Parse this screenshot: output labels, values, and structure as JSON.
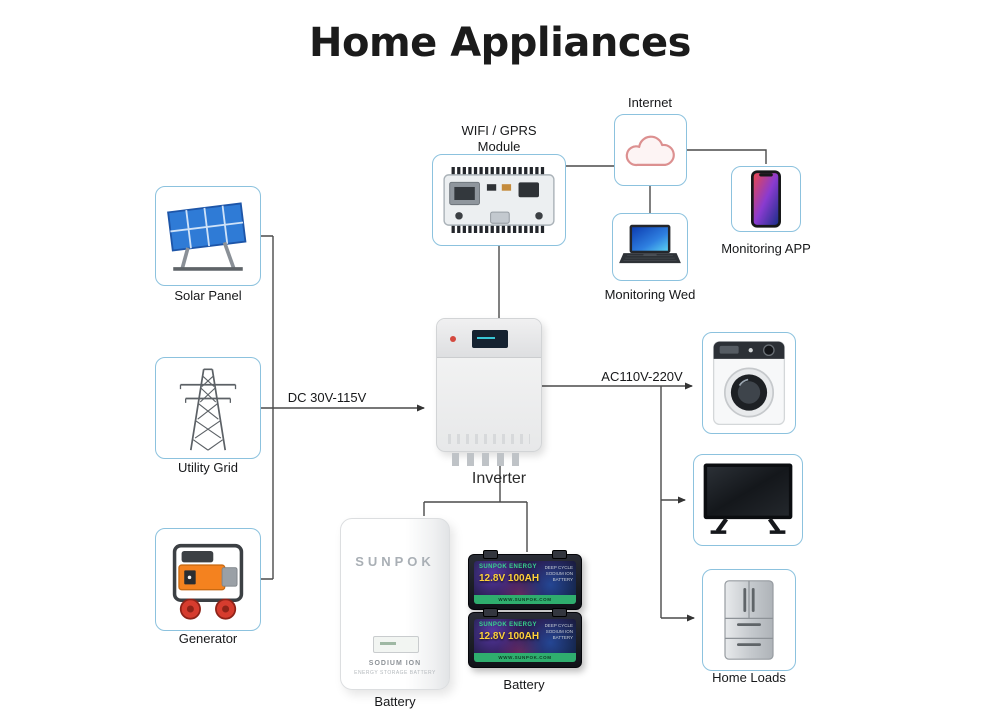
{
  "title": "Home Appliances",
  "nodes": {
    "solar_panel": {
      "label": "Solar Panel"
    },
    "utility_grid": {
      "label": "Utility Grid"
    },
    "generator": {
      "label": "Generator"
    },
    "wifi_module": {
      "label": "WIFI / GPRS\nModule"
    },
    "internet": {
      "label": "Internet"
    },
    "monitoring_app": {
      "label": "Monitoring APP"
    },
    "monitoring_web": {
      "label": "Monitoring Wed"
    },
    "inverter": {
      "label": "Inverter"
    },
    "home_loads": {
      "label": "Home Loads"
    },
    "wall_battery": {
      "label": "Battery",
      "brand": "SUNPOK",
      "line1": "SODIUM ION",
      "line2": "ENERGY STORAGE BATTERY"
    },
    "battery_pack": {
      "label": "Battery",
      "brand": "SUNPOK ENERGY",
      "spec": "12.8V 100AH",
      "desc": "DEEP CYCLE SODIUM ION BATTERY",
      "site": "WWW.SUNPOK.COM"
    }
  },
  "edges": {
    "dc": "DC 30V-115V",
    "ac": "AC110V-220V"
  },
  "colors": {
    "box_border": "#8cc2de",
    "wire": "#4a4a4a",
    "cloud_stroke": "#dc9090"
  }
}
